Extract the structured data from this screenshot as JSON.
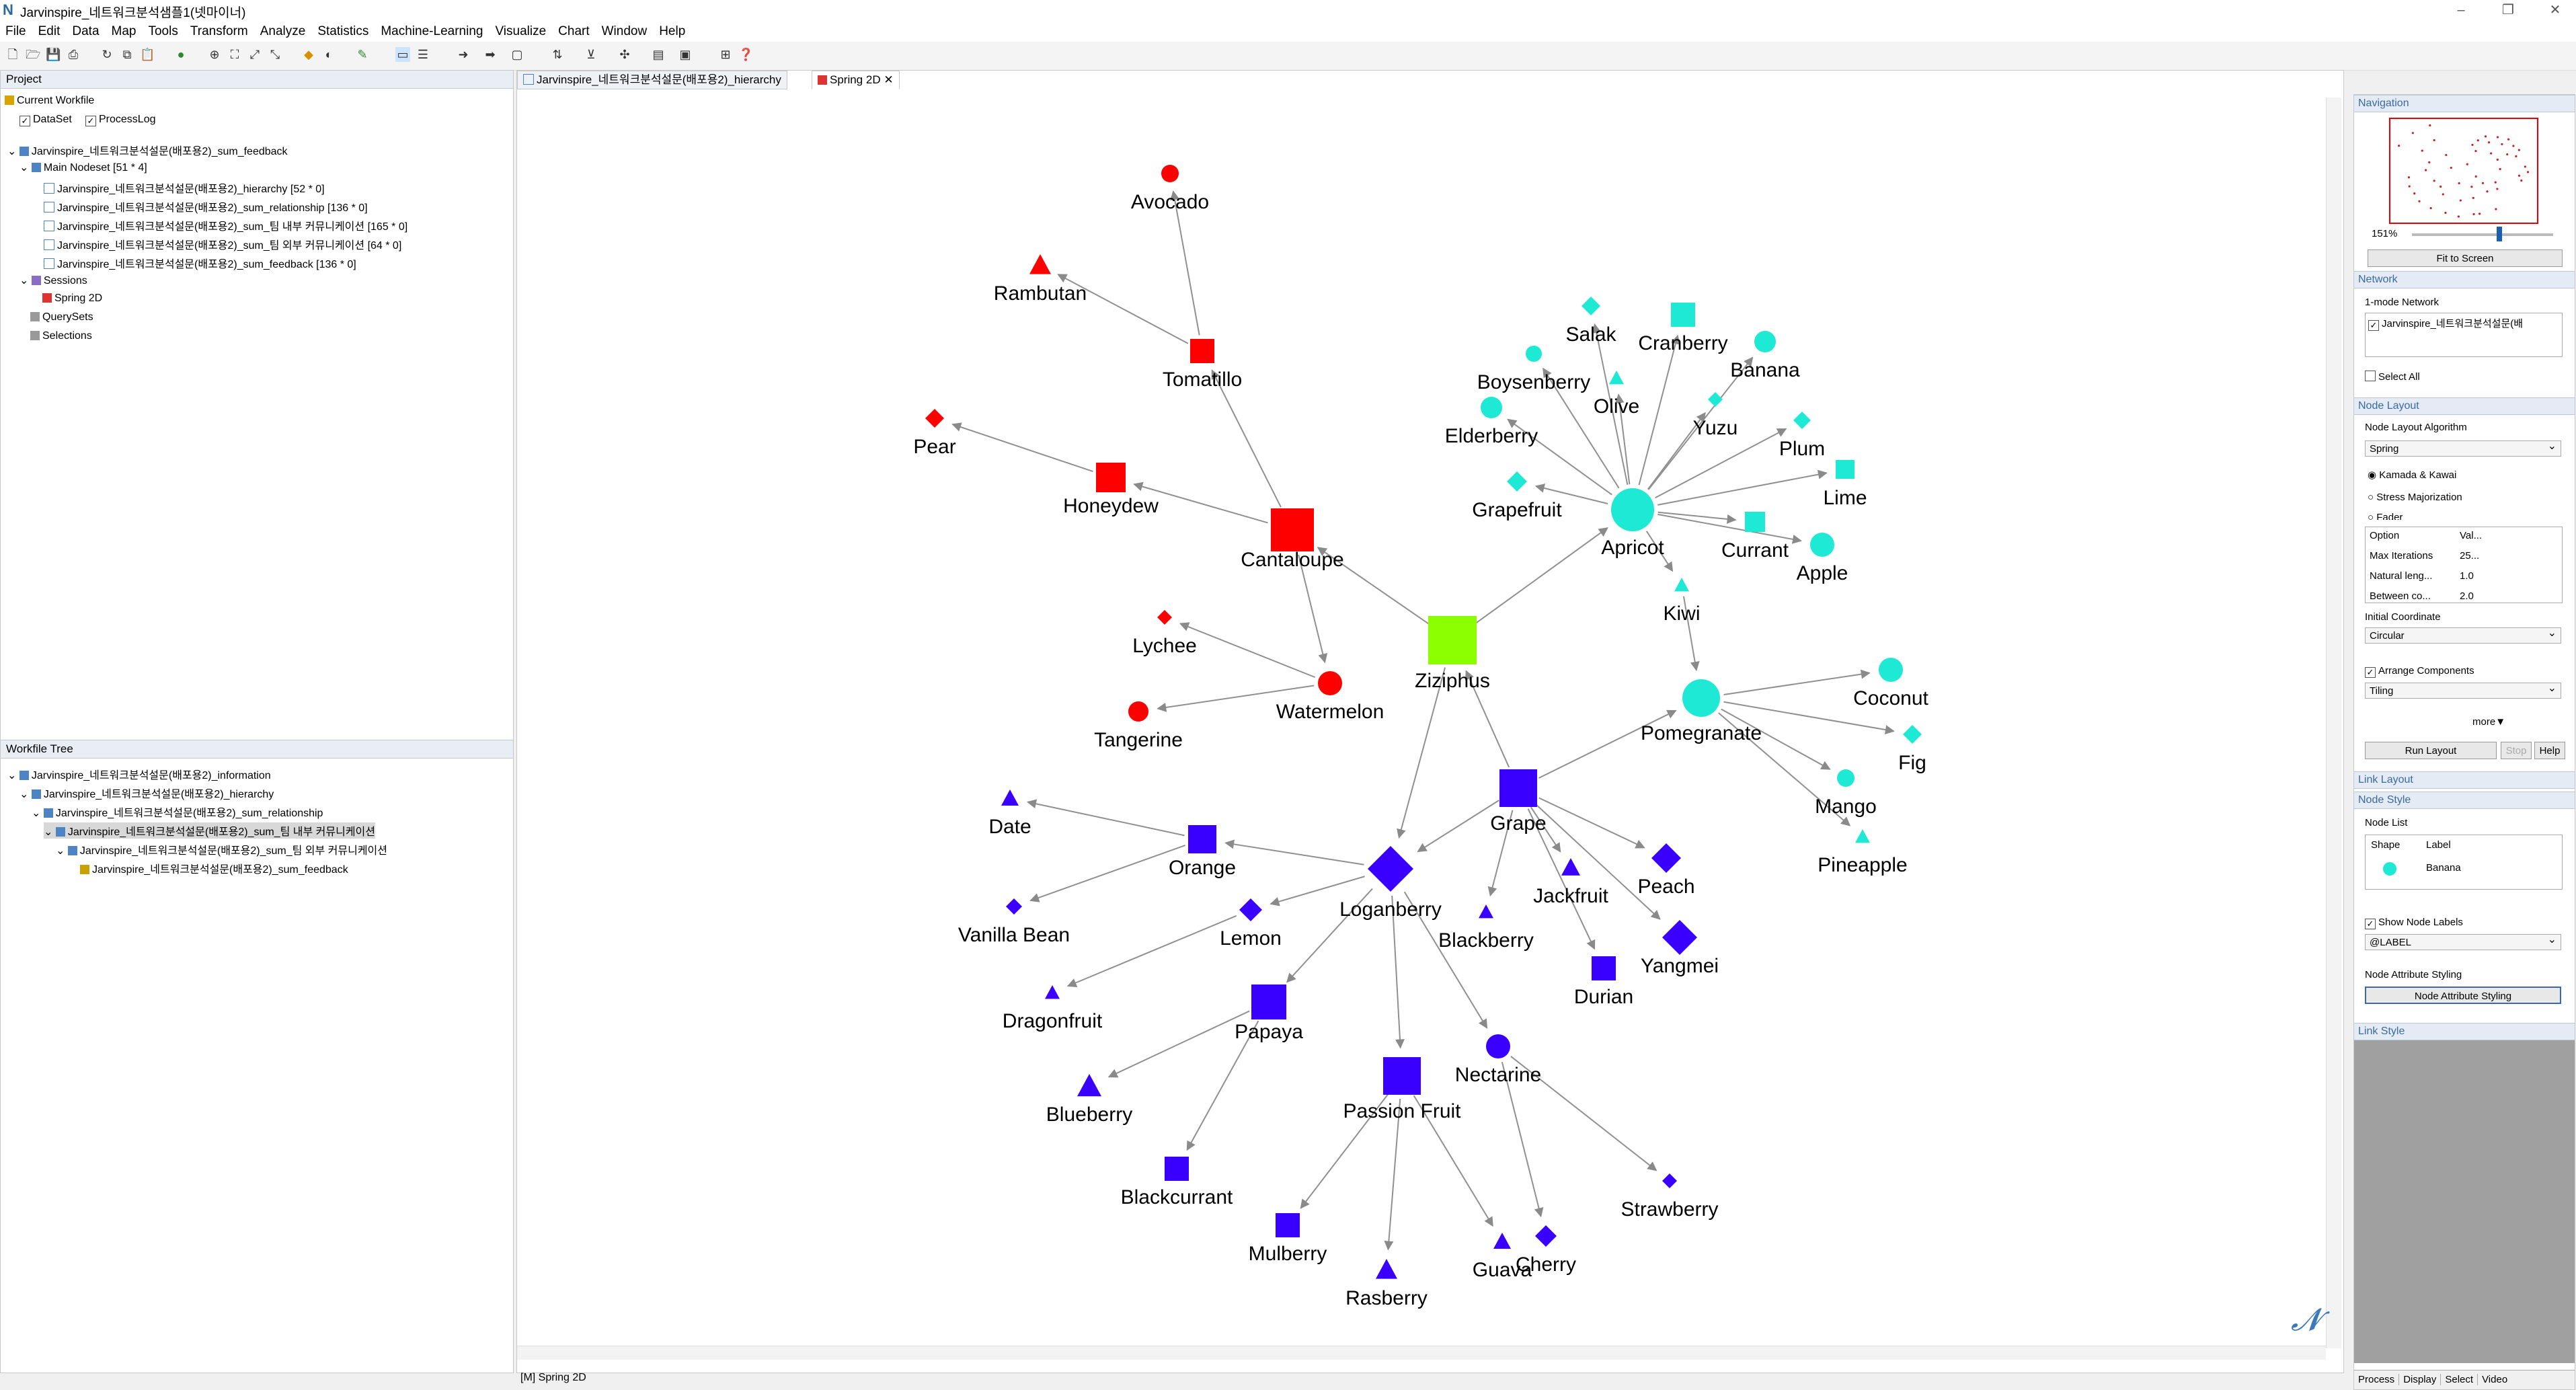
{
  "window": {
    "title": "Jarvinspire_네트워크분석샘플1(넷마이너)",
    "logo": "N"
  },
  "menu": [
    "File",
    "Edit",
    "Data",
    "Map",
    "Tools",
    "Transform",
    "Analyze",
    "Statistics",
    "Machine-Learning",
    "Visualize",
    "Chart",
    "Window",
    "Help"
  ],
  "project": {
    "tab": "Project",
    "current_workfile": "Current Workfile",
    "dataset": "DataSet",
    "processlog": "ProcessLog",
    "tree": [
      "Jarvinspire_네트워크분석설문(배포용2)_sum_feedback",
      "Main Nodeset [51 * 4]",
      "Jarvinspire_네트워크분석설문(배포용2)_hierarchy [52 * 0]",
      "Jarvinspire_네트워크분석설문(배포용2)_sum_relationship [136 * 0]",
      "Jarvinspire_네트워크분석설문(배포용2)_sum_팀 내부 커뮤니케이션 [165 * 0]",
      "Jarvinspire_네트워크분석설문(배포용2)_sum_팀 외부 커뮤니케이션 [64 * 0]",
      "Jarvinspire_네트워크분석설문(배포용2)_sum_feedback [136 * 0]",
      "Sessions",
      "Spring 2D",
      "QuerySets",
      "Selections"
    ]
  },
  "workflow": {
    "tab": "Workfile Tree",
    "tree": [
      "Jarvinspire_네트워크분석설문(배포용2)_information",
      "Jarvinspire_네트워크분석설문(배포용2)_hierarchy",
      "Jarvinspire_네트워크분석설문(배포용2)_sum_relationship",
      "Jarvinspire_네트워크분석설문(배포용2)_sum_팀 내부 커뮤니케이션",
      "Jarvinspire_네트워크분석설문(배포용2)_sum_팀 외부 커뮤니케이션",
      "Jarvinspire_네트워크분석설문(배포용2)_sum_feedback"
    ]
  },
  "editor": {
    "tabs": [
      "Jarvinspire_네트워크분석설문(배포용2)_hierarchy",
      "Spring 2D"
    ],
    "status": "[M] Spring 2D"
  },
  "colors": {
    "red": "#ff0000",
    "cyan": "#1de9d4",
    "blue": "#3a00ff",
    "green": "#8cff00",
    "edge": "#909090"
  },
  "graph": {
    "nodes": [
      {
        "id": "Avocado",
        "label": "Avocado",
        "shape": "circle",
        "color": "red"
      },
      {
        "id": "Rambutan",
        "label": "Rambutan",
        "shape": "triangle",
        "color": "red"
      },
      {
        "id": "Tomatillo",
        "label": "Tomatillo",
        "shape": "square",
        "color": "red"
      },
      {
        "id": "Pear",
        "label": "Pear",
        "shape": "diamond",
        "color": "red"
      },
      {
        "id": "Honeydew",
        "label": "Honeydew",
        "shape": "square",
        "color": "red"
      },
      {
        "id": "Cantaloupe",
        "label": "Cantaloupe",
        "shape": "square",
        "color": "red"
      },
      {
        "id": "Lychee",
        "label": "Lychee",
        "shape": "diamond",
        "color": "red"
      },
      {
        "id": "Watermelon",
        "label": "Watermelon",
        "shape": "circle",
        "color": "red"
      },
      {
        "id": "Tangerine",
        "label": "Tangerine",
        "shape": "circle",
        "color": "red"
      },
      {
        "id": "Ziziphus",
        "label": "Ziziphus",
        "shape": "square",
        "color": "green"
      },
      {
        "id": "Salak",
        "label": "Salak",
        "shape": "diamond",
        "color": "cyan"
      },
      {
        "id": "Cranberry",
        "label": "Cranberry",
        "shape": "square",
        "color": "cyan"
      },
      {
        "id": "Banana",
        "label": "Banana",
        "shape": "circle",
        "color": "cyan"
      },
      {
        "id": "Boysenberry",
        "label": "Boysenberry",
        "shape": "circle",
        "color": "cyan"
      },
      {
        "id": "Olive",
        "label": "Olive",
        "shape": "triangle",
        "color": "cyan"
      },
      {
        "id": "Yuzu",
        "label": "Yuzu",
        "shape": "diamond",
        "color": "cyan"
      },
      {
        "id": "Elderberry",
        "label": "Elderberry",
        "shape": "circle",
        "color": "cyan"
      },
      {
        "id": "Plum",
        "label": "Plum",
        "shape": "diamond",
        "color": "cyan"
      },
      {
        "id": "Grapefruit",
        "label": "Grapefruit",
        "shape": "diamond",
        "color": "cyan"
      },
      {
        "id": "Lime",
        "label": "Lime",
        "shape": "square",
        "color": "cyan"
      },
      {
        "id": "Apricot",
        "label": "Apricot",
        "shape": "circle",
        "color": "cyan"
      },
      {
        "id": "Currant",
        "label": "Currant",
        "shape": "square",
        "color": "cyan"
      },
      {
        "id": "Apple",
        "label": "Apple",
        "shape": "circle",
        "color": "cyan"
      },
      {
        "id": "Kiwi",
        "label": "Kiwi",
        "shape": "triangle",
        "color": "cyan"
      },
      {
        "id": "Pomegranate",
        "label": "Pomegranate",
        "shape": "circle",
        "color": "cyan"
      },
      {
        "id": "Coconut",
        "label": "Coconut",
        "shape": "circle",
        "color": "cyan"
      },
      {
        "id": "Fig",
        "label": "Fig",
        "shape": "diamond",
        "color": "cyan"
      },
      {
        "id": "Mango",
        "label": "Mango",
        "shape": "circle",
        "color": "cyan"
      },
      {
        "id": "Pineapple",
        "label": "Pineapple",
        "shape": "triangle",
        "color": "cyan"
      },
      {
        "id": "Grape",
        "label": "Grape",
        "shape": "square",
        "color": "blue"
      },
      {
        "id": "Date",
        "label": "Date",
        "shape": "triangle",
        "color": "blue"
      },
      {
        "id": "Orange",
        "label": "Orange",
        "shape": "square",
        "color": "blue"
      },
      {
        "id": "Loganberry",
        "label": "Loganberry",
        "shape": "diamond",
        "color": "blue"
      },
      {
        "id": "Jackfruit",
        "label": "Jackfruit",
        "shape": "triangle",
        "color": "blue"
      },
      {
        "id": "Peach",
        "label": "Peach",
        "shape": "diamond",
        "color": "blue"
      },
      {
        "id": "VanillaBean",
        "label": "Vanilla Bean",
        "shape": "diamond",
        "color": "blue"
      },
      {
        "id": "Lemon",
        "label": "Lemon",
        "shape": "diamond",
        "color": "blue"
      },
      {
        "id": "Blackberry",
        "label": "Blackberry",
        "shape": "triangle",
        "color": "blue"
      },
      {
        "id": "Yangmei",
        "label": "Yangmei",
        "shape": "diamond",
        "color": "blue"
      },
      {
        "id": "Durian",
        "label": "Durian",
        "shape": "square",
        "color": "blue"
      },
      {
        "id": "Dragonfruit",
        "label": "Dragonfruit",
        "shape": "triangle",
        "color": "blue"
      },
      {
        "id": "Papaya",
        "label": "Papaya",
        "shape": "square",
        "color": "blue"
      },
      {
        "id": "Nectarine",
        "label": "Nectarine",
        "shape": "circle",
        "color": "blue"
      },
      {
        "id": "Blueberry",
        "label": "Blueberry",
        "shape": "triangle",
        "color": "blue"
      },
      {
        "id": "PassionFruit",
        "label": "Passion Fruit",
        "shape": "square",
        "color": "blue"
      },
      {
        "id": "Blackcurrant",
        "label": "Blackcurrant",
        "shape": "square",
        "color": "blue"
      },
      {
        "id": "Strawberry",
        "label": "Strawberry",
        "shape": "diamond",
        "color": "blue"
      },
      {
        "id": "Mulberry",
        "label": "Mulberry",
        "shape": "square",
        "color": "blue"
      },
      {
        "id": "Guava",
        "label": "Guava",
        "shape": "triangle",
        "color": "blue"
      },
      {
        "id": "Cherry",
        "label": "Cherry",
        "shape": "diamond",
        "color": "blue"
      },
      {
        "id": "Rasberry",
        "label": "Rasberry",
        "shape": "triangle",
        "color": "blue"
      }
    ],
    "edges": [
      [
        "Tomatillo",
        "Avocado"
      ],
      [
        "Tomatillo",
        "Rambutan"
      ],
      [
        "Cantaloupe",
        "Tomatillo"
      ],
      [
        "Cantaloupe",
        "Honeydew"
      ],
      [
        "Honeydew",
        "Pear"
      ],
      [
        "Cantaloupe",
        "Watermelon"
      ],
      [
        "Ziziphus",
        "Cantaloupe"
      ],
      [
        "Watermelon",
        "Lychee"
      ],
      [
        "Watermelon",
        "Tangerine"
      ],
      [
        "Ziziphus",
        "Apricot"
      ],
      [
        "Ziziphus",
        "Loganberry"
      ],
      [
        "Grape",
        "Ziziphus"
      ],
      [
        "Apricot",
        "Salak"
      ],
      [
        "Apricot",
        "Cranberry"
      ],
      [
        "Apricot",
        "Banana"
      ],
      [
        "Apricot",
        "Boysenberry"
      ],
      [
        "Apricot",
        "Olive"
      ],
      [
        "Apricot",
        "Yuzu"
      ],
      [
        "Apricot",
        "Elderberry"
      ],
      [
        "Apricot",
        "Plum"
      ],
      [
        "Apricot",
        "Grapefruit"
      ],
      [
        "Apricot",
        "Lime"
      ],
      [
        "Apricot",
        "Currant"
      ],
      [
        "Apricot",
        "Apple"
      ],
      [
        "Apricot",
        "Kiwi"
      ],
      [
        "Kiwi",
        "Pomegranate"
      ],
      [
        "Pomegranate",
        "Coconut"
      ],
      [
        "Pomegranate",
        "Fig"
      ],
      [
        "Pomegranate",
        "Mango"
      ],
      [
        "Pomegranate",
        "Pineapple"
      ],
      [
        "Grape",
        "Pomegranate"
      ],
      [
        "Grape",
        "Loganberry"
      ],
      [
        "Grape",
        "Jackfruit"
      ],
      [
        "Grape",
        "Peach"
      ],
      [
        "Grape",
        "Blackberry"
      ],
      [
        "Grape",
        "Yangmei"
      ],
      [
        "Grape",
        "Durian"
      ],
      [
        "Orange",
        "Date"
      ],
      [
        "Orange",
        "VanillaBean"
      ],
      [
        "Loganberry",
        "Orange"
      ],
      [
        "Loganberry",
        "Lemon"
      ],
      [
        "Lemon",
        "Dragonfruit"
      ],
      [
        "Loganberry",
        "Papaya"
      ],
      [
        "Loganberry",
        "PassionFruit"
      ],
      [
        "Loganberry",
        "Nectarine"
      ],
      [
        "Papaya",
        "Blueberry"
      ],
      [
        "Papaya",
        "Blackcurrant"
      ],
      [
        "PassionFruit",
        "Mulberry"
      ],
      [
        "PassionFruit",
        "Rasberry"
      ],
      [
        "PassionFruit",
        "Guava"
      ],
      [
        "Nectarine",
        "Strawberry"
      ],
      [
        "Nectarine",
        "Cherry"
      ]
    ]
  },
  "nav": {
    "title": "Navigation",
    "zoom": "151%",
    "fit": "Fit to Screen",
    "slider_level": 0.62,
    "network_title": "Network",
    "mode": "1-mode Network",
    "net_item": "Jarvinspire_네트워크분석설문(배",
    "select_all": "Select All",
    "layout_title": "Node Layout",
    "algo_label": "Node Layout Algorithm",
    "algo": "Spring",
    "opt1": "Kamada & Kawai",
    "opt2": "Stress Majorization",
    "opt3": "Fader",
    "tbl_h1": "Option",
    "tbl_h2": "Val...",
    "rows": [
      [
        "Max Iterations",
        "25..."
      ],
      [
        "Natural leng...",
        "1.0"
      ],
      [
        "Between co...",
        "2.0"
      ]
    ],
    "init_label": "Initial Coordinate",
    "init": "Circular",
    "arrange": "Arrange Components",
    "tiling": "Tiling",
    "more": "more",
    "run": "Run Layout",
    "stop": "Stop",
    "help": "Help",
    "link_layout": "Link Layout",
    "node_style": "Node Style",
    "node_list": "Node List",
    "shape": "Shape",
    "label": "Label",
    "first": "Banana",
    "show_labels": "Show Node Labels",
    "label_field": "@LABEL",
    "attr_style": "Node Attribute Styling",
    "attr_btn": "Node Attribute Styling",
    "link_style": "Link Style",
    "bottom_tabs": [
      "Process",
      "Display",
      "Select",
      "Video"
    ]
  }
}
